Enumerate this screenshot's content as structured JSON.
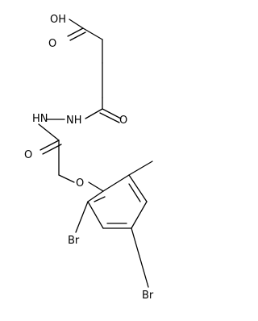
{
  "molecule": {
    "atoms": {
      "hydroxyl": "OH",
      "acid_carbonyl_oxygen": "O",
      "hydrazide_carbonyl_oxygen": "O",
      "hydrazine": "HN",
      "hydrazide_nh": "NH",
      "amide_carbonyl_oxygen": "O",
      "ether_oxygen": "O",
      "bromine_left": "Br",
      "bromine_right": "Br"
    },
    "colors": {
      "bond": "#000000",
      "label": "#000000",
      "background": "#ffffff"
    }
  }
}
